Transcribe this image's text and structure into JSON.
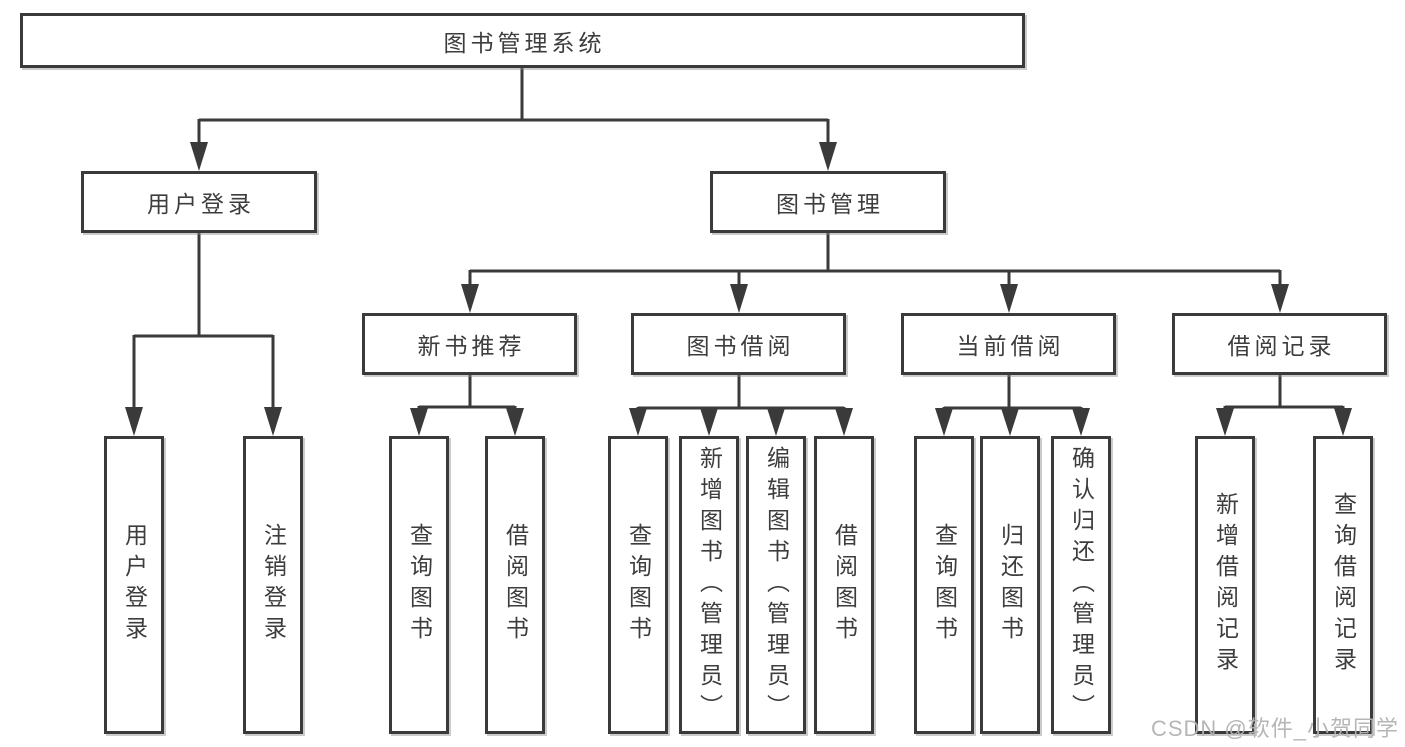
{
  "diagram": {
    "title": "图书管理系统",
    "root": {
      "label": "图书管理系统"
    },
    "level2": [
      {
        "id": "user-login",
        "label": "用户登录"
      },
      {
        "id": "book-management",
        "label": "图书管理"
      }
    ],
    "level3": [
      {
        "id": "new-book-recommendation",
        "label": "新书推荐",
        "parent": "图书管理"
      },
      {
        "id": "book-borrowing",
        "label": "图书借阅",
        "parent": "图书管理"
      },
      {
        "id": "current-borrowing",
        "label": "当前借阅",
        "parent": "图书管理"
      },
      {
        "id": "borrowing-records",
        "label": "借阅记录",
        "parent": "图书管理"
      }
    ],
    "leaves": [
      {
        "id": "user-login",
        "label": "用户登录",
        "parent": "用户登录"
      },
      {
        "id": "logout-login",
        "label": "注销登录",
        "parent": "用户登录"
      },
      {
        "id": "query-books-recommend",
        "label": "查询图书",
        "parent": "新书推荐"
      },
      {
        "id": "borrow-books-recommend",
        "label": "借阅图书",
        "parent": "新书推荐"
      },
      {
        "id": "query-books-borrow",
        "label": "查询图书",
        "parent": "图书借阅"
      },
      {
        "id": "add-books-admin",
        "label": "新增图书（管理员）",
        "parent": "图书借阅"
      },
      {
        "id": "edit-books-admin",
        "label": "编辑图书（管理员）",
        "parent": "图书借阅"
      },
      {
        "id": "borrow-books",
        "label": "借阅图书",
        "parent": "图书借阅"
      },
      {
        "id": "query-books-current",
        "label": "查询图书",
        "parent": "当前借阅"
      },
      {
        "id": "return-books",
        "label": "归还图书",
        "parent": "当前借阅"
      },
      {
        "id": "confirm-return-admin",
        "label": "确认归还（管理员）",
        "parent": "当前借阅"
      },
      {
        "id": "add-borrow-record",
        "label": "新增借阅记录",
        "parent": "借阅记录"
      },
      {
        "id": "query-borrow-record",
        "label": "查询借阅记录",
        "parent": "借阅记录"
      }
    ]
  },
  "watermark": {
    "text": "CSDN @软件_小贺同学"
  },
  "colors": {
    "line": "#3a3a3a",
    "box_border": "#3a3a3a",
    "text": "#3d3d3d",
    "background": "#ffffff",
    "watermark": "#b3b3b3"
  }
}
